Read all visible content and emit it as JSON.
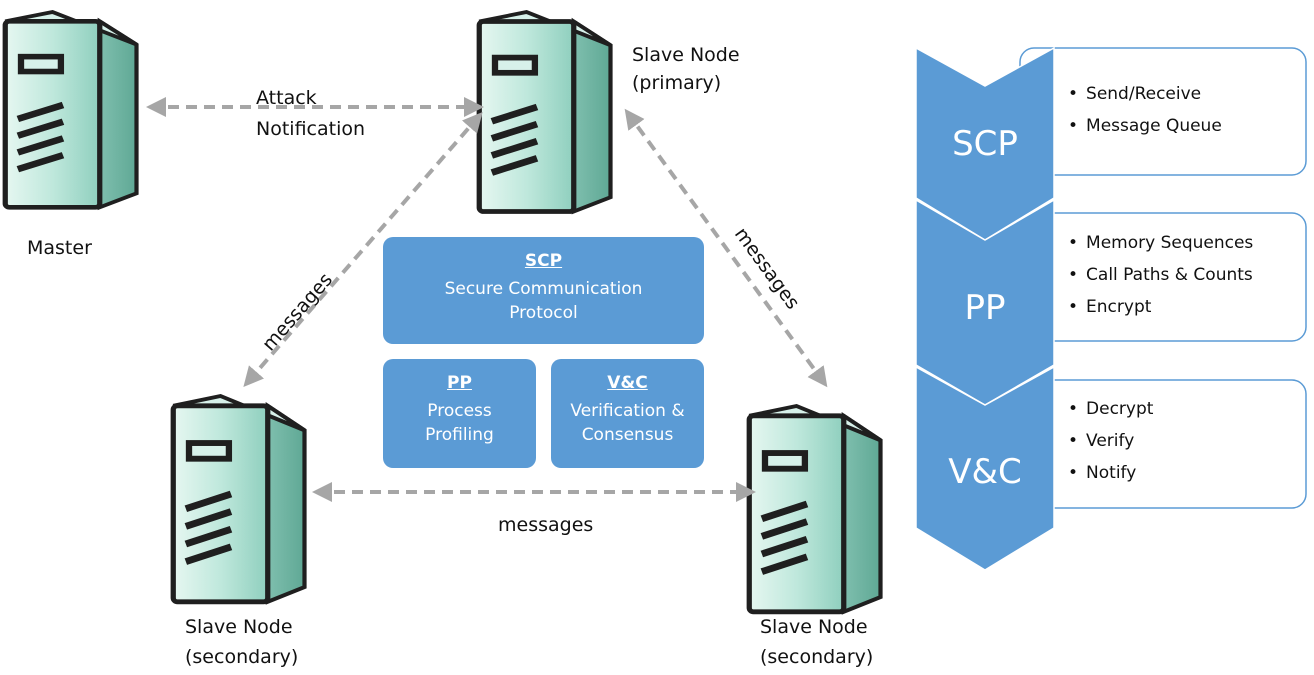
{
  "nodes": {
    "master": "Master",
    "primary_l1": "Slave Node",
    "primary_l2": "(primary)",
    "secondary_left_l1": "Slave Node",
    "secondary_left_l2": "(secondary)",
    "secondary_right_l1": "Slave Node",
    "secondary_right_l2": "(secondary)"
  },
  "edges": {
    "attack_l1": "Attack",
    "attack_l2": "Notification",
    "left": "messages",
    "right": "messages",
    "bottom": "messages"
  },
  "center_boxes": {
    "scp": {
      "title": "SCP",
      "l1": "Secure Communication",
      "l2": "Protocol"
    },
    "pp": {
      "title": "PP",
      "l1": "Process",
      "l2": "Profiling"
    },
    "vc": {
      "title": "V&C",
      "l1": "Verification &",
      "l2": "Consensus"
    }
  },
  "pipeline": [
    {
      "label": "SCP",
      "items": [
        "Send/Receive",
        "Message Queue"
      ]
    },
    {
      "label": "PP",
      "items": [
        "Memory Sequences",
        "Call Paths & Counts",
        "Encrypt"
      ]
    },
    {
      "label": "V&C",
      "items": [
        "Decrypt",
        "Verify",
        "Notify"
      ]
    }
  ],
  "colors": {
    "accent": "#5b9bd5",
    "arrow": "#a6a6a6",
    "server_face": "#bfe8dc",
    "server_dark": "#1f1f1f"
  }
}
